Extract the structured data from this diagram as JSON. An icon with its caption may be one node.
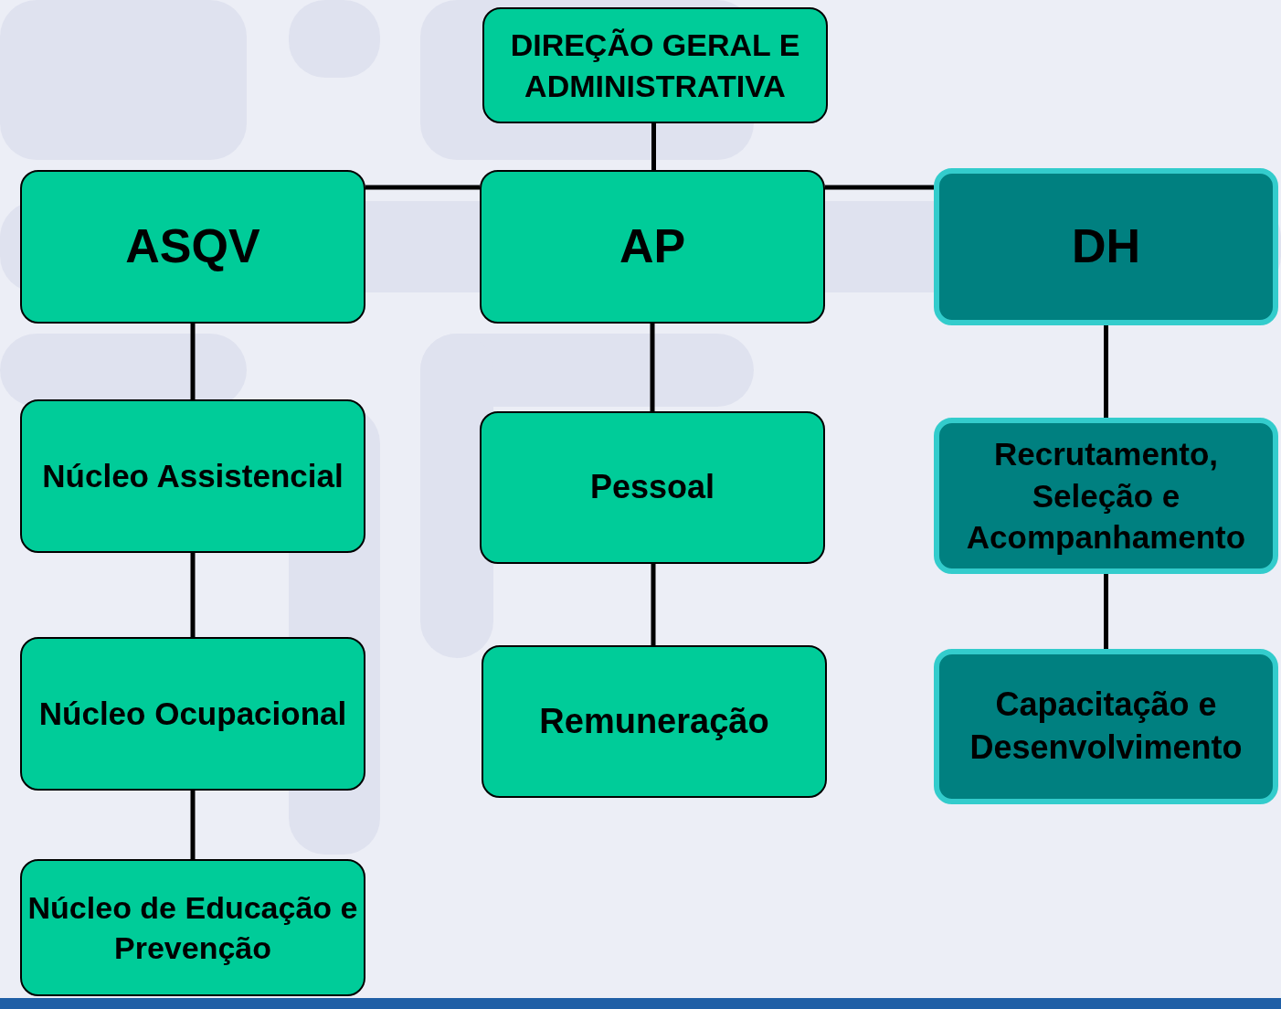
{
  "diagram": {
    "nodes": [
      {
        "text": [
          "DIREÇÃO GERAL E ADMINISTRATIVA"
        ]
      },
      {
        "text": [
          "ASQV"
        ]
      },
      {
        "text": [
          "AP"
        ]
      },
      {
        "text": [
          "DH"
        ]
      },
      {
        "text": [
          "Núcleo Assistencial"
        ]
      },
      {
        "text": [
          "Núcleo Ocupacional"
        ]
      },
      {
        "text": [
          "Núcleo de Educação e Prevenção"
        ]
      },
      {
        "text": [
          "Pessoal"
        ]
      },
      {
        "text": [
          "Remuneração"
        ]
      },
      {
        "text": [
          "Recrutamento, Seleção e Acompanhamento"
        ]
      },
      {
        "text": [
          "Capacitação e Desenvolvimento"
        ]
      }
    ],
    "edges": [
      {
        "from": 0,
        "to": 2,
        "arrow": "none"
      },
      {
        "from": 2,
        "to": 1,
        "arrow": "none"
      },
      {
        "from": 2,
        "to": 3,
        "arrow": "none"
      },
      {
        "from": 1,
        "to": 4,
        "arrow": "none"
      },
      {
        "from": 4,
        "to": 5,
        "arrow": "none"
      },
      {
        "from": 5,
        "to": 6,
        "arrow": "none"
      },
      {
        "from": 2,
        "to": 7,
        "arrow": "none"
      },
      {
        "from": 7,
        "to": 8,
        "arrow": "none"
      },
      {
        "from": 3,
        "to": 9,
        "arrow": "none"
      },
      {
        "from": 9,
        "to": 10,
        "arrow": "none"
      }
    ]
  }
}
